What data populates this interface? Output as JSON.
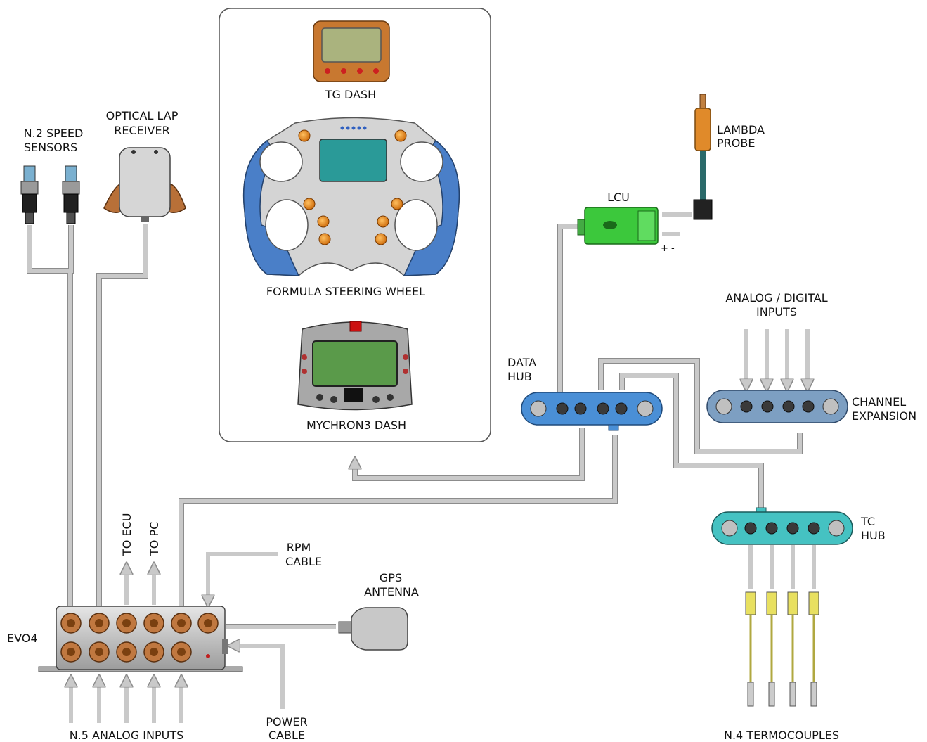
{
  "labels": {
    "tg_dash": "TG DASH",
    "steering_wheel": "FORMULA STEERING WHEEL",
    "mychron_dash": "MYCHRON3 DASH",
    "speed_sensors_l1": "N.2 SPEED",
    "speed_sensors_l2": "SENSORS",
    "optical_lap_l1": "OPTICAL LAP",
    "optical_lap_l2": "RECEIVER",
    "lambda_l1": "LAMBDA",
    "lambda_l2": "PROBE",
    "lcu": "LCU",
    "lcu_plus_minus": "+ -",
    "analog_digital_l1": "ANALOG / DIGITAL",
    "analog_digital_l2": "INPUTS",
    "data_hub_l1": "DATA",
    "data_hub_l2": "HUB",
    "channel_exp_l1": "CHANNEL",
    "channel_exp_l2": "EXPANSION",
    "tc_hub_l1": "TC",
    "tc_hub_l2": "HUB",
    "to_ecu": "TO ECU",
    "to_pc": "TO PC",
    "rpm_l1": "RPM",
    "rpm_l2": "CABLE",
    "gps_l1": "GPS",
    "gps_l2": "ANTENNA",
    "evo4": "EVO4",
    "analog_inputs": "N.5 ANALOG INPUTS",
    "power_l1": "POWER",
    "power_l2": "CABLE",
    "termocouples": "N.4 TERMOCOUPLES"
  },
  "colors": {
    "wire": "#c9c9c9",
    "data_hub": "#4a8fd6",
    "channel_expansion": "#7d9fc2",
    "tc_hub": "#45c2c2",
    "lcu": "#3cc83c",
    "lambda_probe": "#e08a2a",
    "connector": "#c07840",
    "steering_grip": "#4a7fc8",
    "dash_screen": "#6aa870",
    "tc_plug": "#e8e060"
  }
}
